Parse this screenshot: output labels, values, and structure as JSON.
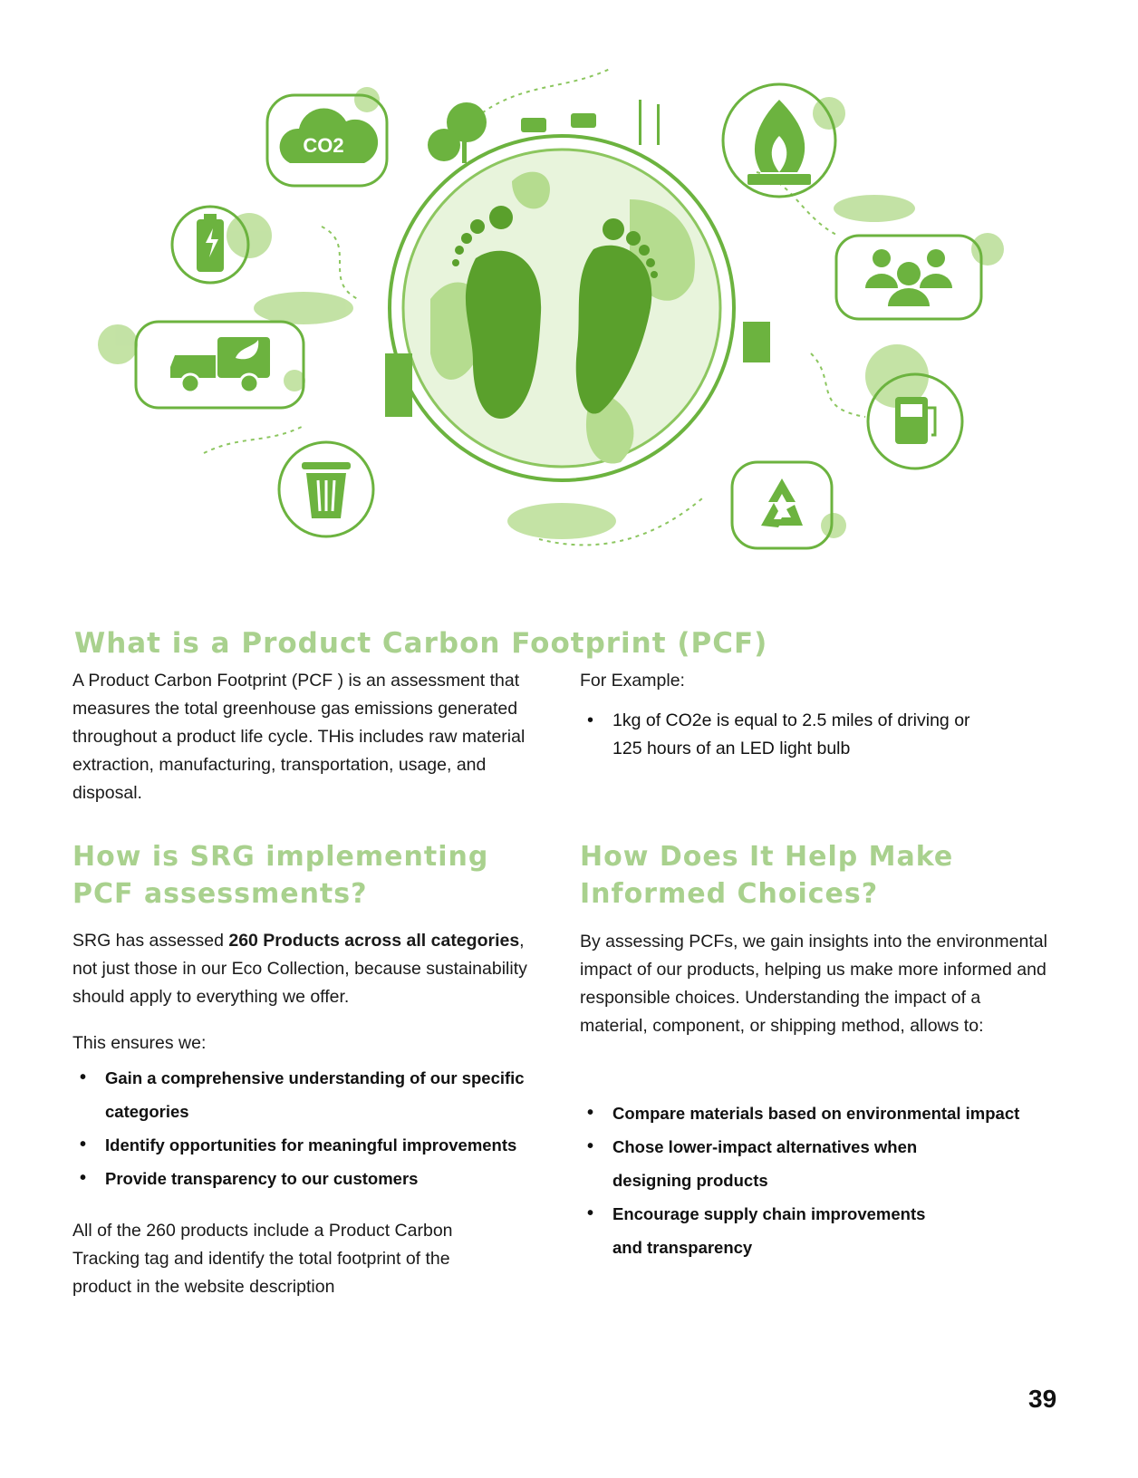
{
  "colors": {
    "heading_green": "#a9d18e",
    "icon_green": "#6cb33f",
    "light_green": "#b5dc8f",
    "text": "#1a1a1a"
  },
  "hero": {
    "co2_label": "CO2",
    "icons": [
      "co2-cloud-icon",
      "battery-icon",
      "delivery-truck-icon",
      "trash-can-icon",
      "flame-icon",
      "people-icon",
      "fuel-pump-icon",
      "recycle-icon",
      "footprints-icon",
      "globe-icon"
    ]
  },
  "intro": {
    "heading": "What is a Product Carbon Footprint (PCF)",
    "body": "A Product Carbon Footprint (PCF ) is an assessment that measures the total greenhouse gas emissions generated throughout a product life cycle. THis includes raw material extraction, manufacturing, transportation, usage, and disposal.",
    "example_label": "For Example:",
    "example_item": "1kg of CO2e is equal to 2.5 miles of driving or 125 hours of an LED light bulb"
  },
  "srg": {
    "heading": "How is SRG implementing PCF assessments?",
    "body_pre": "SRG has assessed ",
    "body_bold": "260 Products across all categories",
    "body_post": ", not just those in our Eco Collection, because sustainability should apply to everything we offer.",
    "ensures_label": "This ensures we:",
    "items": [
      "Gain a comprehensive understanding of our specific categories",
      "Identify opportunities for meaningful improvements",
      "Provide transparency to our customers"
    ],
    "closing": "All of the 260 products include a Product Carbon Tracking tag and identify the total footprint of the product in the website description"
  },
  "choices": {
    "heading": "How Does It Help Make Informed Choices?",
    "body": "By assessing PCFs, we gain insights into the environmental impact of our products, helping us make more informed and responsible choices. Understanding the impact of a material, component, or shipping method, allows to:",
    "items": [
      "Compare materials based on environmental impact",
      "Chose lower-impact alternatives when designing products",
      "Encourage supply chain improvements and transparency"
    ]
  },
  "page_number": "39"
}
